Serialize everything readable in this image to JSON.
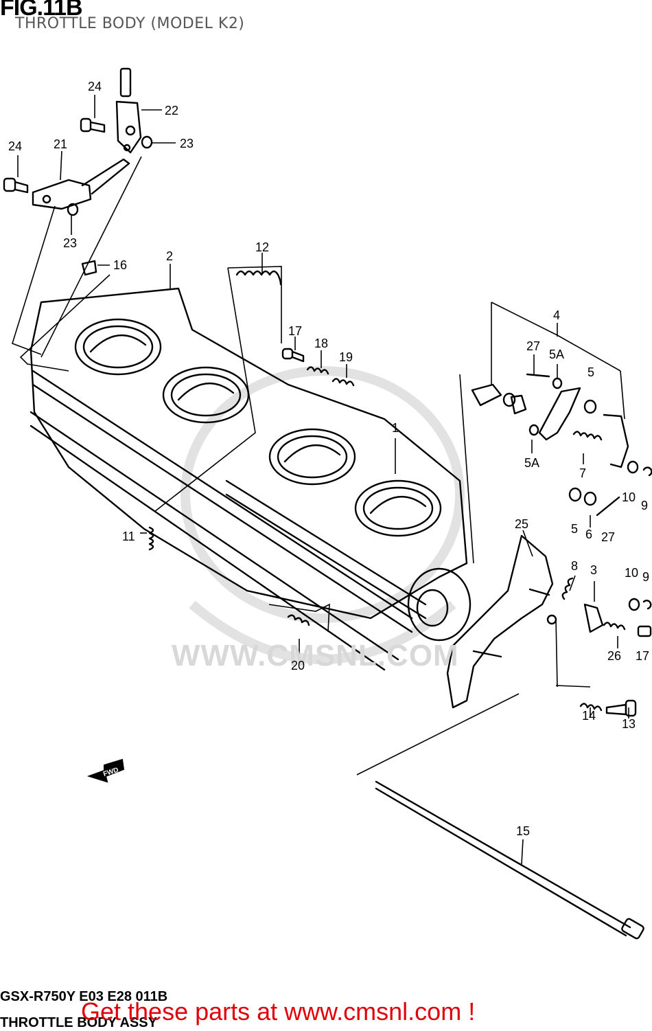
{
  "header": {
    "figure": "FIG.11B",
    "subtitle": "THROTTLE BODY (MODEL K2)"
  },
  "watermark": "WWW.CMSNL.COM",
  "direction_label": "FWD",
  "footer": {
    "code": "GSX-R750Y E03 E28 011B",
    "name": "THROTTLE BODY ASSY",
    "promo": "Get these parts at www.cmsnl.com !"
  },
  "callouts": [
    "24",
    "22",
    "23",
    "24",
    "21",
    "23",
    "16",
    "2",
    "12",
    "17",
    "18",
    "19",
    "1",
    "4",
    "27",
    "5A",
    "5",
    "5A",
    "7",
    "10",
    "9",
    "5",
    "6",
    "27",
    "25",
    "8",
    "3",
    "10",
    "9",
    "26",
    "17",
    "11",
    "20",
    "14",
    "13",
    "15"
  ],
  "colors": {
    "ink": "#000000",
    "promo": "#e0000a",
    "watermark": "#d8d8d8",
    "subtitle": "#555555"
  }
}
